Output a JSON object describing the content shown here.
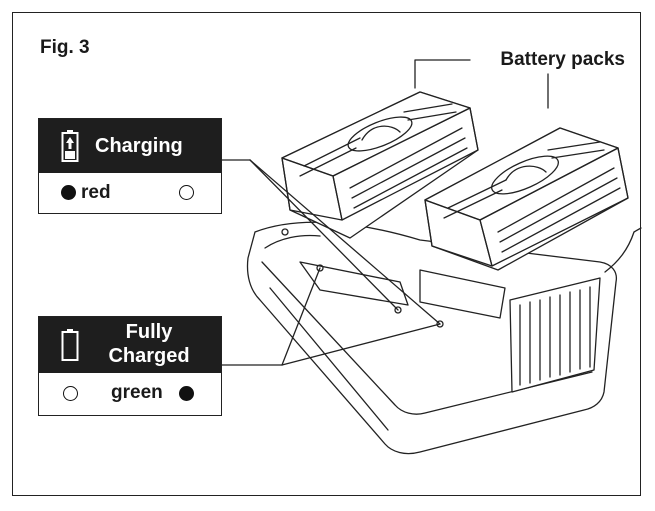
{
  "figure": {
    "label": "Fig. 3",
    "callout": "Battery packs"
  },
  "legend_charging": {
    "title": "Charging",
    "indicator_color": "red",
    "icon": "battery-charging-icon"
  },
  "legend_full": {
    "title_line1": "Fully",
    "title_line2": "Charged",
    "indicator_color": "green",
    "icon": "battery-empty-icon"
  },
  "colors": {
    "ink": "#1a1a1a",
    "header_bg": "#1e1e1e"
  }
}
